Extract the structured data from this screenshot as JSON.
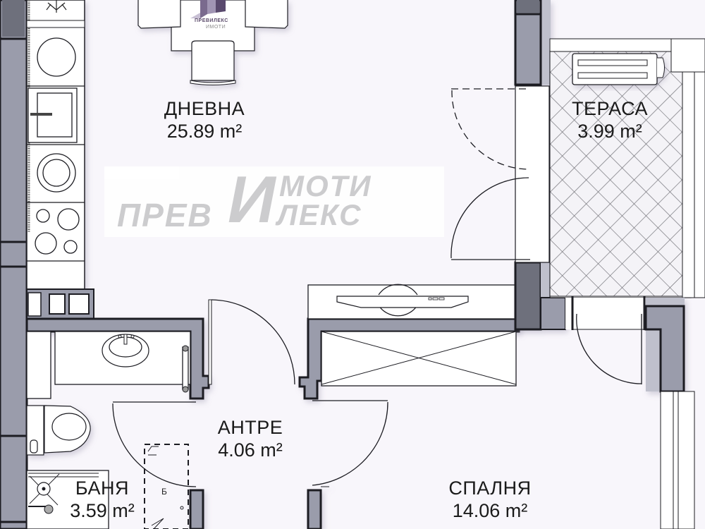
{
  "plan": {
    "title": "Apartment floor plan",
    "colors": {
      "background": "#f8f6fb",
      "wall_fill": "#9a9cab",
      "wall_dark": "#6e707c",
      "wall_outline": "#1c1c22",
      "fixture_fill": "#ffffff",
      "terrace_hatch": "#6a6a70",
      "watermark_text": "#c9c9cb",
      "logo_purple": "#6b4f8a"
    }
  },
  "rooms": [
    {
      "id": "living",
      "name": "ДНЕВНА",
      "area": "25.89 m²"
    },
    {
      "id": "terrace",
      "name": "ТЕРАСА",
      "area": "3.99 m²"
    },
    {
      "id": "hallway",
      "name": "АНТРЕ",
      "area": "4.06 m²"
    },
    {
      "id": "bathroom",
      "name": "БАНЯ",
      "area": "3.59 m²"
    },
    {
      "id": "bedroom",
      "name": "СПАЛНЯ",
      "area": "14.06 m²"
    }
  ],
  "markers": {
    "boiler": "Б"
  },
  "watermark": {
    "line1_left": "ПРЕВ",
    "big_letter": "И",
    "line1_right": "МОТИ",
    "line2_right": "ЛЕКС"
  },
  "logo": {
    "line1": "ПРЕВИЛЕКС",
    "line2": "ИМОТИ"
  },
  "fixtures": [
    "fridge-icon",
    "sink-round-icon",
    "kitchen-sink-icon",
    "oven-icon",
    "cooktop-icon",
    "dining-table-icon",
    "chair-icon",
    "air-conditioner-unit-icon",
    "wardrobe-icon",
    "tv-icon",
    "washbasin-icon",
    "toilet-icon",
    "shower-icon",
    "towel-rail-icon",
    "washing-machine-icon"
  ]
}
